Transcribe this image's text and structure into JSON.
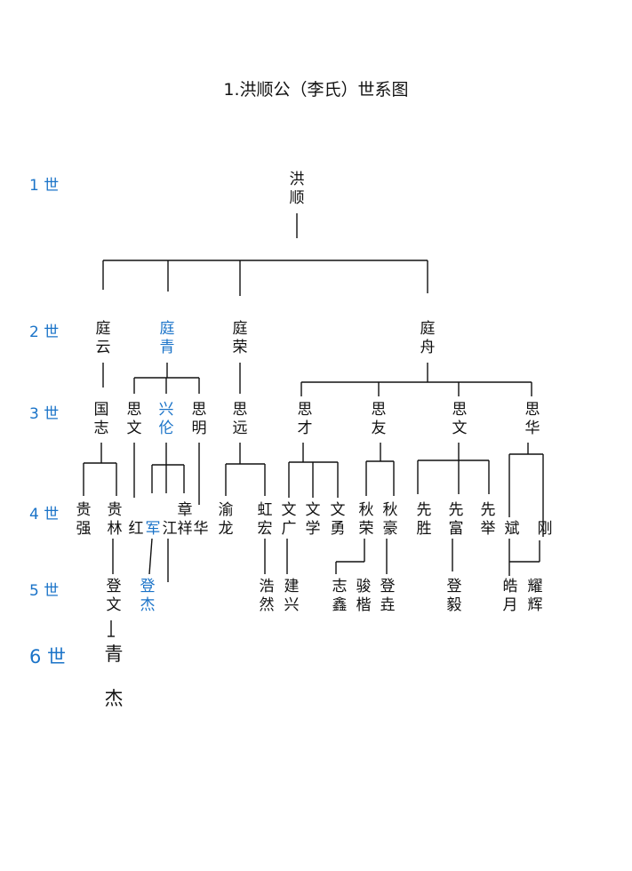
{
  "title": "1.洪顺公（李氏）世系图",
  "colors": {
    "highlight": "#1a73c8",
    "line": "#111111"
  },
  "generations": [
    "1 世",
    "2 世",
    "3 世",
    "4 世",
    "5 世",
    "6 世"
  ],
  "members": [
    {
      "id": "m1",
      "name": "洪顺",
      "generation": 1
    },
    {
      "id": "m2",
      "name": "庭云",
      "generation": 2
    },
    {
      "id": "m3",
      "name": "庭青",
      "generation": 2,
      "highlight": true
    },
    {
      "id": "m4",
      "name": "庭荣",
      "generation": 2
    },
    {
      "id": "m5",
      "name": "庭舟",
      "generation": 2
    },
    {
      "id": "m6",
      "name": "国志",
      "generation": 3
    },
    {
      "id": "m7",
      "name": "思文",
      "generation": 3
    },
    {
      "id": "m8",
      "name": "兴伦",
      "generation": 3,
      "highlight": true
    },
    {
      "id": "m9",
      "name": "思明",
      "generation": 3
    },
    {
      "id": "m10",
      "name": "思远",
      "generation": 3
    },
    {
      "id": "m11",
      "name": "思才",
      "generation": 3
    },
    {
      "id": "m12",
      "name": "思友",
      "generation": 3
    },
    {
      "id": "m13",
      "name": "思文",
      "generation": 3
    },
    {
      "id": "m14",
      "name": "思华",
      "generation": 3
    },
    {
      "id": "m15",
      "name": "贵强",
      "generation": 4
    },
    {
      "id": "m16",
      "name": "贵林",
      "generation": 4
    },
    {
      "id": "m17",
      "name": "红",
      "generation": 4
    },
    {
      "id": "m18",
      "name": "军",
      "generation": 4,
      "highlight": true
    },
    {
      "id": "m19",
      "name": "江",
      "generation": 4
    },
    {
      "id": "m20",
      "name": "章祥",
      "generation": 4
    },
    {
      "id": "m21",
      "name": "华",
      "generation": 4
    },
    {
      "id": "m22",
      "name": "渝龙",
      "generation": 4
    },
    {
      "id": "m23",
      "name": "虹宏",
      "generation": 4
    },
    {
      "id": "m24",
      "name": "文广",
      "generation": 4
    },
    {
      "id": "m25",
      "name": "文学",
      "generation": 4
    },
    {
      "id": "m26",
      "name": "文勇",
      "generation": 4
    },
    {
      "id": "m27",
      "name": "秋荣",
      "generation": 4
    },
    {
      "id": "m28",
      "name": "秋豪",
      "generation": 4
    },
    {
      "id": "m29",
      "name": "先胜",
      "generation": 4
    },
    {
      "id": "m30",
      "name": "先富",
      "generation": 4
    },
    {
      "id": "m31",
      "name": "先举",
      "generation": 4
    },
    {
      "id": "m32",
      "name": "斌",
      "generation": 4
    },
    {
      "id": "m33",
      "name": "刚",
      "generation": 4
    },
    {
      "id": "m34",
      "name": "登文",
      "generation": 5
    },
    {
      "id": "m35",
      "name": "登杰",
      "generation": 5,
      "highlight": true
    },
    {
      "id": "m36",
      "name": "浩然",
      "generation": 5
    },
    {
      "id": "m37",
      "name": "建兴",
      "generation": 5
    },
    {
      "id": "m38",
      "name": "志鑫",
      "generation": 5
    },
    {
      "id": "m39",
      "name": "骏楷",
      "generation": 5
    },
    {
      "id": "m40",
      "name": "登垚",
      "generation": 5
    },
    {
      "id": "m41",
      "name": "登毅",
      "generation": 5
    },
    {
      "id": "m42",
      "name": "皓月",
      "generation": 5
    },
    {
      "id": "m43",
      "name": "耀辉",
      "generation": 5
    },
    {
      "id": "m44",
      "name": "青杰",
      "generation": 6
    }
  ]
}
